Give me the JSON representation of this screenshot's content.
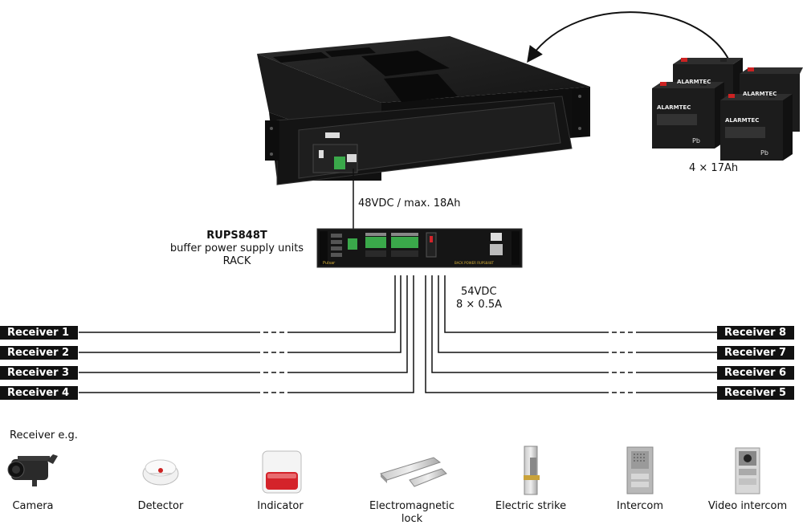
{
  "device": {
    "name": "RUPS848T",
    "line1": "buffer power supply units",
    "line2": "RACK"
  },
  "battery": {
    "label": "4 × 17Ah",
    "brand": "ALARMTEC"
  },
  "connections": {
    "battery_line": "48VDC / max. 18Ah",
    "output_line1": "54VDC",
    "output_line2": "8 × 0.5A"
  },
  "receivers": {
    "left": [
      "Receiver 1",
      "Receiver 2",
      "Receiver 3",
      "Receiver 4"
    ],
    "right": [
      "Receiver 8",
      "Receiver 7",
      "Receiver 6",
      "Receiver 5"
    ]
  },
  "examples": {
    "heading": "Receiver e.g.",
    "items": [
      "Camera",
      "Detector",
      "Indicator",
      "Electromagnetic lock",
      "Electric strike",
      "Intercom",
      "Video intercom"
    ]
  },
  "colors": {
    "device_body": "#1a1a1a",
    "terminal_green": "#3aa84a",
    "indicator_red": "#d4232a",
    "receiver_tag": "#111111"
  }
}
